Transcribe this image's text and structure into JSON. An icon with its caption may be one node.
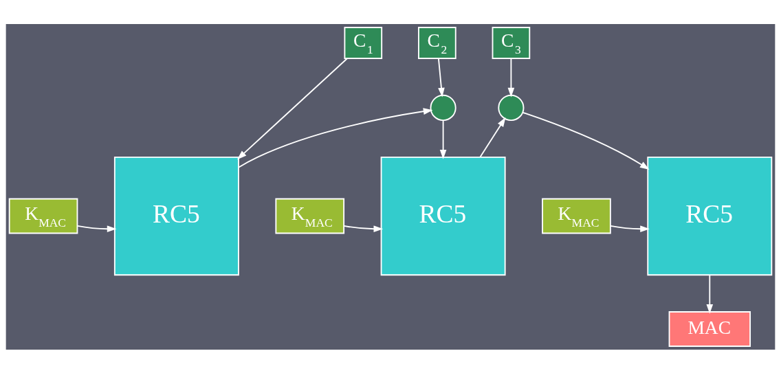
{
  "diagram": {
    "nodes": [
      {
        "text": [
          "C$_{1}$"
        ]
      },
      {
        "text": [
          "C$_{2}$"
        ]
      },
      {
        "text": [
          "C$_{3}$"
        ]
      },
      {
        "text": [],
        "shape": "circle"
      },
      {
        "text": [],
        "shape": "circle"
      },
      {
        "text": [
          "K$_{MAC}$"
        ]
      },
      {
        "text": [
          "RC5"
        ]
      },
      {
        "text": [
          "K$_{MAC}$"
        ]
      },
      {
        "text": [
          "RC5"
        ]
      },
      {
        "text": [
          "K$_{MAC}$"
        ]
      },
      {
        "text": [
          "RC5"
        ]
      },
      {
        "text": [
          "MAC"
        ]
      }
    ],
    "edges": [
      {
        "from": 0,
        "to": 6,
        "arrow": "to"
      },
      {
        "from": 5,
        "to": 6,
        "arrow": "to"
      },
      {
        "from": 6,
        "to": 3,
        "arrow": "to"
      },
      {
        "from": 1,
        "to": 3,
        "arrow": "to"
      },
      {
        "from": 3,
        "to": 8,
        "arrow": "to"
      },
      {
        "from": 7,
        "to": 8,
        "arrow": "to"
      },
      {
        "from": 8,
        "to": 4,
        "arrow": "to"
      },
      {
        "from": 2,
        "to": 4,
        "arrow": "to"
      },
      {
        "from": 4,
        "to": 10,
        "arrow": "to"
      },
      {
        "from": 9,
        "to": 10,
        "arrow": "to"
      },
      {
        "from": 10,
        "to": 11,
        "arrow": "to"
      }
    ]
  }
}
